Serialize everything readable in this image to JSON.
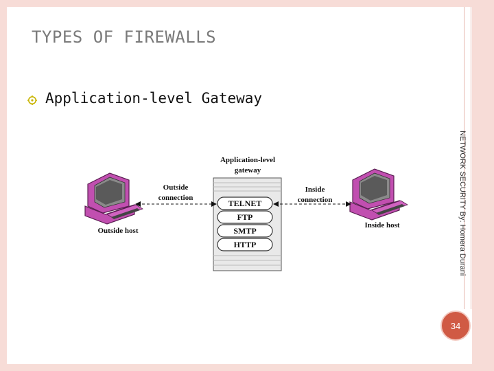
{
  "slide": {
    "title": "TYPES OF FIREWALLS",
    "bullet": "Application-level Gateway",
    "side_label": "NETWORK SECURITY  By: Homera Durani",
    "page_number": "34"
  },
  "diagram": {
    "gateway_title_line1": "Application-level",
    "gateway_title_line2": "gateway",
    "outside_label_line1": "Outside",
    "outside_label_line2": "connection",
    "inside_label_line1": "Inside",
    "inside_label_line2": "connection",
    "outside_host": "Outside host",
    "inside_host": "Inside host",
    "protocols": [
      "TELNET",
      "FTP",
      "SMTP",
      "HTTP"
    ]
  },
  "colors": {
    "frame": "#f7dcd7",
    "accent": "#d05a44",
    "computer": "#c14fb0"
  }
}
